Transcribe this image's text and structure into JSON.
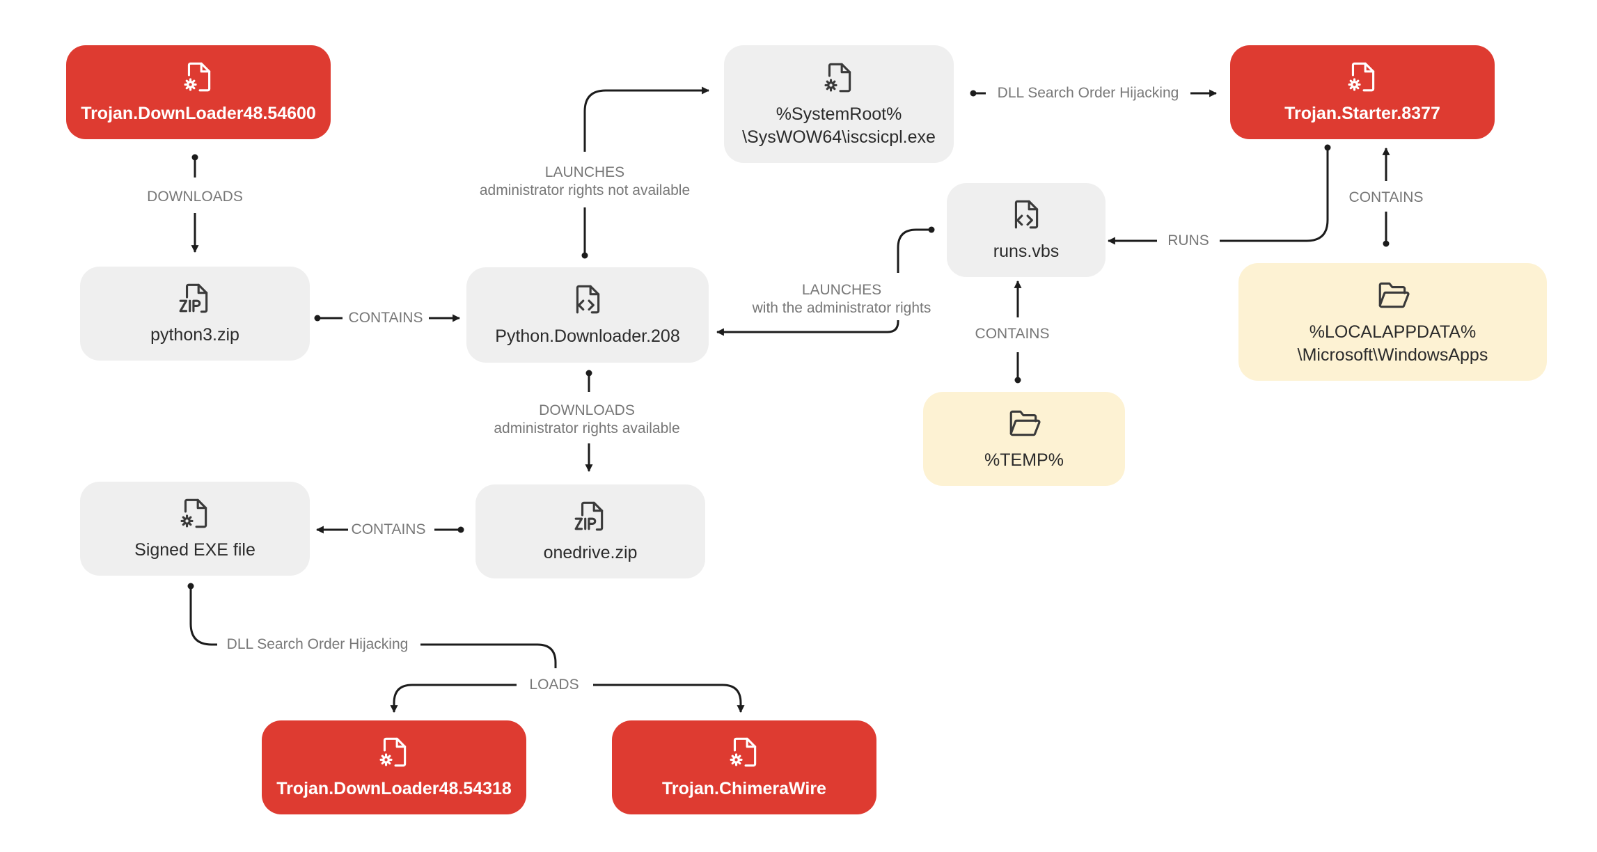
{
  "nodes": {
    "trojan_downloader_54600": {
      "label": "Trojan.DownLoader48.54600",
      "icon": "gear-file-icon",
      "color": "#de3b31"
    },
    "python3_zip": {
      "label": "python3.zip",
      "icon": "zip-file-icon"
    },
    "python_downloader": {
      "label": "Python.Downloader.208",
      "icon": "code-file-icon"
    },
    "iscsicpl": {
      "label_1": "%SystemRoot%",
      "label_2": "\\SysWOW64\\iscsicpl.exe",
      "icon": "gear-file-icon"
    },
    "trojan_starter": {
      "label": "Trojan.Starter.8377",
      "icon": "gear-file-icon",
      "color": "#de3b31"
    },
    "runs_vbs": {
      "label": "runs.vbs",
      "icon": "code-file-icon"
    },
    "localappdata": {
      "label_1": "%LOCALAPPDATA%",
      "label_2": "\\Microsoft\\WindowsApps",
      "icon": "folder-icon",
      "color": "#fdf2d3"
    },
    "temp": {
      "label": "%TEMP%",
      "icon": "folder-icon",
      "color": "#fdf2d3"
    },
    "signed_exe": {
      "label": "Signed EXE file",
      "icon": "gear-file-icon"
    },
    "onedrive_zip": {
      "label": "onedrive.zip",
      "icon": "zip-file-icon"
    },
    "trojan_downloader_54318": {
      "label": "Trojan.DownLoader48.54318",
      "icon": "gear-file-icon",
      "color": "#de3b31"
    },
    "trojan_chimerawire": {
      "label": "Trojan.ChimeraWire",
      "icon": "gear-file-icon",
      "color": "#de3b31"
    }
  },
  "edges": {
    "downloads_1": "DOWNLOADS",
    "contains_python3": "CONTAINS",
    "launches_no_admin_1": "LAUNCHES",
    "launches_no_admin_2": "administrator rights not available",
    "dll_hijack_1": "DLL Search Order Hijacking",
    "runs": "RUNS",
    "contains_starter": "CONTAINS",
    "launches_admin_1": "LAUNCHES",
    "launches_admin_2": "with the administrator rights",
    "contains_runs": "CONTAINS",
    "downloads_admin_1": "DOWNLOADS",
    "downloads_admin_2": "administrator rights available",
    "contains_onedrive": "CONTAINS",
    "dll_hijack_2": "DLL Search Order Hijacking",
    "loads": "LOADS"
  },
  "colors": {
    "red": "#de3b31",
    "gray": "#efefef",
    "yellow": "#fdf2d3",
    "line": "#1c1c1c",
    "edge_label": "#777777"
  }
}
